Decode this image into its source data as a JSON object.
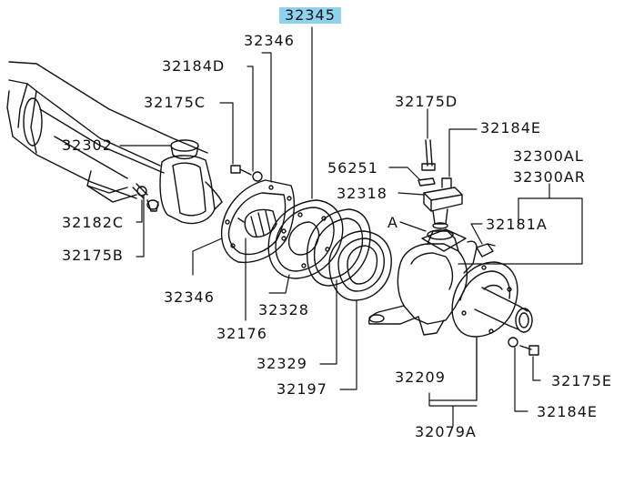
{
  "highlight_color": "#8ed3ee",
  "line_color": "#111111",
  "labels": {
    "p32345": "32345",
    "p32346_top": "32346",
    "p32184D": "32184D",
    "p32175C": "32175C",
    "p32175D": "32175D",
    "p32184E_top": "32184E",
    "p32302": "32302",
    "p32300AL": "32300AL",
    "p32300AR": "32300AR",
    "p56251": "56251",
    "p32318": "32318",
    "pA": "A",
    "p32181A": "32181A",
    "p32182C": "32182C",
    "p32175B": "32175B",
    "p32346_bot": "32346",
    "p32328": "32328",
    "p32176": "32176",
    "p32329": "32329",
    "p32197": "32197",
    "p32209": "32209",
    "p32175E": "32175E",
    "p32184E_bot": "32184E",
    "p32079A": "32079A"
  }
}
